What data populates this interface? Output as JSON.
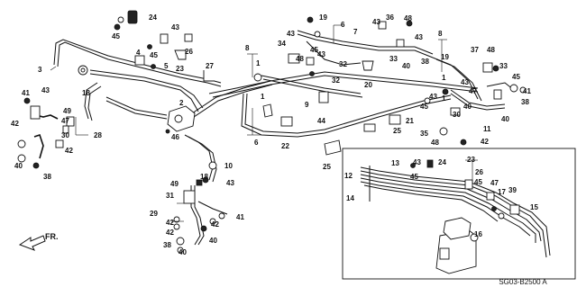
{
  "diagram_code": "SG03-B2500 A",
  "front_arrow_label": "FR.",
  "callouts": [
    "1",
    "2",
    "3",
    "4",
    "5",
    "6",
    "7",
    "8",
    "9",
    "10",
    "11",
    "12",
    "13",
    "14",
    "15",
    "16",
    "17",
    "18",
    "19",
    "20",
    "21",
    "22",
    "23",
    "24",
    "25",
    "26",
    "27",
    "28",
    "29",
    "30",
    "31",
    "32",
    "33",
    "34",
    "35",
    "36",
    "37",
    "38",
    "39",
    "40",
    "41",
    "42",
    "43",
    "44",
    "45",
    "46",
    "47",
    "48",
    "49"
  ]
}
